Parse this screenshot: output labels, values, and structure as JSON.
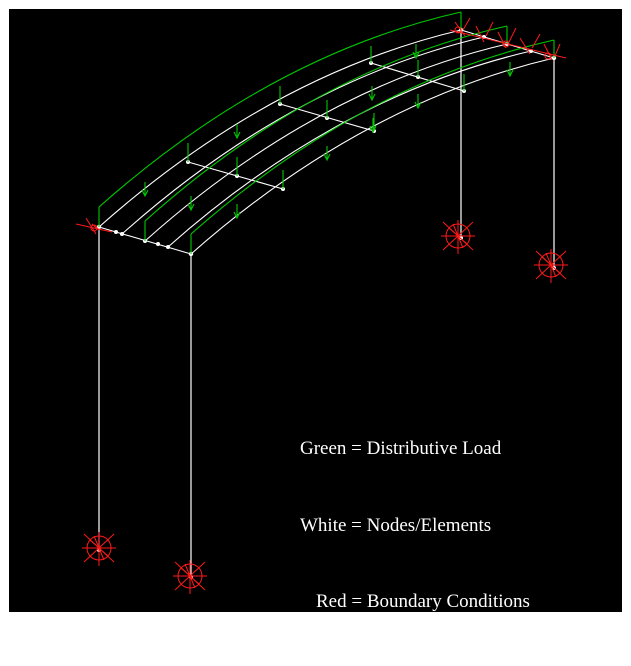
{
  "legend": {
    "green": "Green = Distributive Load",
    "white": "White = Nodes/Elements",
    "red": "Red = Boundary Conditions"
  },
  "colors": {
    "background": "#000000",
    "frame": "#ffffff",
    "load": "#00c800",
    "boundary": "#ff1a1a",
    "text": "#ffffff"
  }
}
